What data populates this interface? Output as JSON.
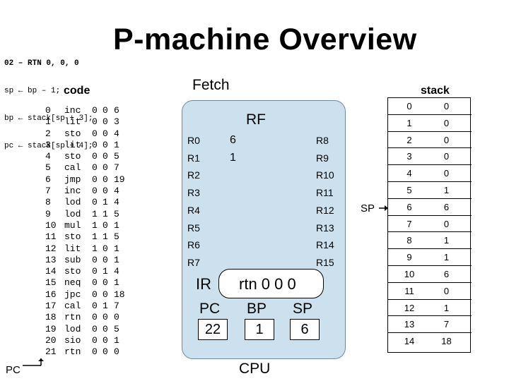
{
  "slide": {
    "title": "P-machine Overview",
    "note_lines": [
      "02 – RTN 0, 0, 0",
      "sp ← bp – 1;",
      "bp ← stack[sp + 3];",
      "pc ← stack[sp + 4];"
    ]
  },
  "code": {
    "heading": "code",
    "pointer_label": "PC",
    "rows": [
      {
        "addr": "0",
        "op": "inc",
        "r": "0",
        "l": "0",
        "a": "6"
      },
      {
        "addr": "1",
        "op": "lit",
        "r": "0",
        "l": "0",
        "a": "3"
      },
      {
        "addr": "2",
        "op": "sto",
        "r": "0",
        "l": "0",
        "a": "4"
      },
      {
        "addr": "3",
        "op": "lit",
        "r": "0",
        "l": "0",
        "a": "1"
      },
      {
        "addr": "4",
        "op": "sto",
        "r": "0",
        "l": "0",
        "a": "5"
      },
      {
        "addr": "5",
        "op": "cal",
        "r": "0",
        "l": "0",
        "a": "7"
      },
      {
        "addr": "6",
        "op": "jmp",
        "r": "0",
        "l": "0",
        "a": "19"
      },
      {
        "addr": "7",
        "op": "inc",
        "r": "0",
        "l": "0",
        "a": "4"
      },
      {
        "addr": "8",
        "op": "lod",
        "r": "0",
        "l": "1",
        "a": "4"
      },
      {
        "addr": "9",
        "op": "lod",
        "r": "1",
        "l": "1",
        "a": "5"
      },
      {
        "addr": "10",
        "op": "mul",
        "r": "1",
        "l": "0",
        "a": "1"
      },
      {
        "addr": "11",
        "op": "sto",
        "r": "1",
        "l": "1",
        "a": "5"
      },
      {
        "addr": "12",
        "op": "lit",
        "r": "1",
        "l": "0",
        "a": "1"
      },
      {
        "addr": "13",
        "op": "sub",
        "r": "0",
        "l": "0",
        "a": "1"
      },
      {
        "addr": "14",
        "op": "sto",
        "r": "0",
        "l": "1",
        "a": "4"
      },
      {
        "addr": "15",
        "op": "neq",
        "r": "0",
        "l": "0",
        "a": "1"
      },
      {
        "addr": "16",
        "op": "jpc",
        "r": "0",
        "l": "0",
        "a": "18"
      },
      {
        "addr": "17",
        "op": "cal",
        "r": "0",
        "l": "1",
        "a": "7"
      },
      {
        "addr": "18",
        "op": "rtn",
        "r": "0",
        "l": "0",
        "a": "0"
      },
      {
        "addr": "19",
        "op": "lod",
        "r": "0",
        "l": "0",
        "a": "5"
      },
      {
        "addr": "20",
        "op": "sio",
        "r": "0",
        "l": "0",
        "a": "1"
      },
      {
        "addr": "21",
        "op": "rtn",
        "r": "0",
        "l": "0",
        "a": "0"
      }
    ]
  },
  "cpu": {
    "fetch_label": "Fetch",
    "label": "CPU",
    "rf_label": "RF",
    "registers_left": [
      {
        "name": "R0",
        "value": "6"
      },
      {
        "name": "R1",
        "value": "1"
      },
      {
        "name": "R2",
        "value": ""
      },
      {
        "name": "R3",
        "value": ""
      },
      {
        "name": "R4",
        "value": ""
      },
      {
        "name": "R5",
        "value": ""
      },
      {
        "name": "R6",
        "value": ""
      },
      {
        "name": "R7",
        "value": ""
      }
    ],
    "registers_right": [
      "R8",
      "R9",
      "R10",
      "R11",
      "R12",
      "R13",
      "R14",
      "R15"
    ],
    "ir": {
      "label": "IR",
      "value": "rtn 0 0 0"
    },
    "pc": {
      "label": "PC",
      "value": "22"
    },
    "bp": {
      "label": "BP",
      "value": "1"
    },
    "sp": {
      "label": "SP",
      "value": "6"
    }
  },
  "stack": {
    "heading": "stack",
    "pointer_label": "SP",
    "pointer_index": 6,
    "rows": [
      {
        "idx": "0",
        "val": "0"
      },
      {
        "idx": "1",
        "val": "0"
      },
      {
        "idx": "2",
        "val": "0"
      },
      {
        "idx": "3",
        "val": "0"
      },
      {
        "idx": "4",
        "val": "0"
      },
      {
        "idx": "5",
        "val": "1"
      },
      {
        "idx": "6",
        "val": "6"
      },
      {
        "idx": "7",
        "val": "0"
      },
      {
        "idx": "8",
        "val": "1"
      },
      {
        "idx": "9",
        "val": "1"
      },
      {
        "idx": "10",
        "val": "6"
      },
      {
        "idx": "11",
        "val": "0"
      },
      {
        "idx": "12",
        "val": "1"
      },
      {
        "idx": "13",
        "val": "7"
      },
      {
        "idx": "14",
        "val": "18"
      }
    ]
  }
}
